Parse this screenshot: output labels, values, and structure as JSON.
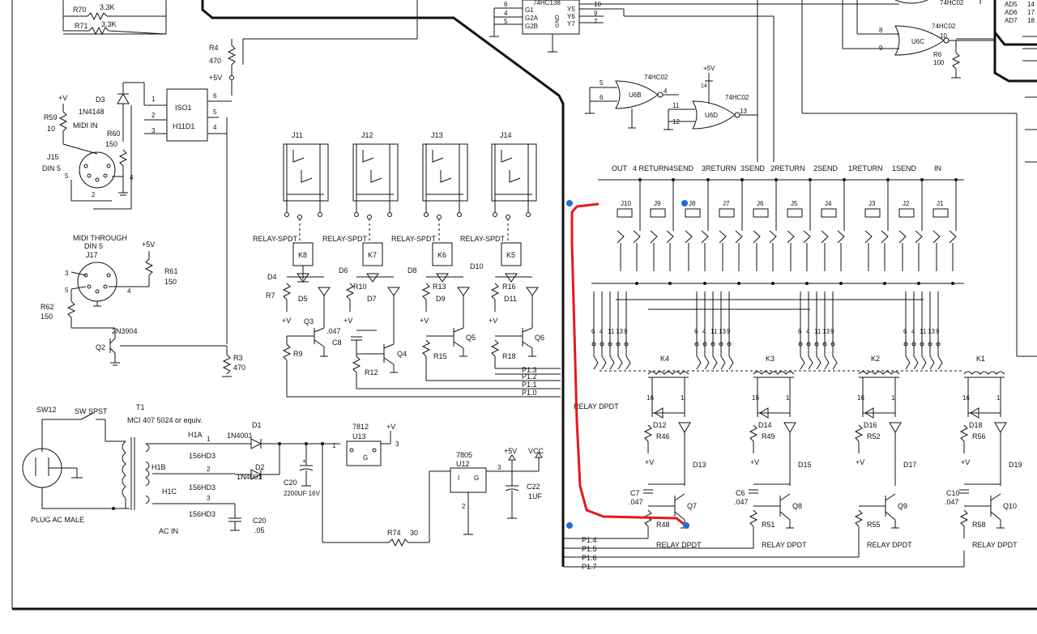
{
  "labels": {
    "r70": "R70",
    "r70v": "3.3K",
    "r71": "R71",
    "r71v": "3.3K",
    "r4": "R4",
    "r4v": "470",
    "plus5a": "+5V",
    "iso1": "ISO1",
    "h11d1": "H11D1",
    "d3": "D3",
    "n4148": "1N4148",
    "r59": "R59",
    "r59v": "10",
    "plusv1": "+V",
    "midiin": "MIDI IN",
    "r60": "R60",
    "r60v": "150",
    "j15": "J15",
    "din5a": "DIN 5",
    "midithru": "MIDI THROUGH",
    "din5b": "DIN 5",
    "j17": "J17",
    "plus5b": "+5V",
    "r61": "R61",
    "r61v": "150",
    "r62": "R62",
    "r62v": "150",
    "q2t": "2N3904",
    "q2": "Q2",
    "r3": "R3",
    "r3v": "470",
    "hc138": "74HC138",
    "g1": "G1",
    "g2a": "G2A",
    "g2b": "G2B",
    "gnd": "GND",
    "y5": "Y5",
    "y6": "Y6",
    "y7": "Y7",
    "hc02a": "74HC02",
    "u6b": "U6B",
    "hc02b": "74HC02",
    "u6d": "U6D",
    "hc02c": "74HC02",
    "u6c": "U6C",
    "r6": "R6",
    "r6v": "100",
    "plus5c": "+5V",
    "ad5": "AD5",
    "ad6": "AD6",
    "ad7": "AD7",
    "j11": "J11",
    "j12": "J12",
    "j13": "J13",
    "j14": "J14",
    "spdt": "RELAY-SPDT",
    "k8": "K8",
    "k7": "K7",
    "k6": "K6",
    "k5": "K5",
    "d4": "D4",
    "d6": "D6",
    "d8": "D8",
    "d10": "D10",
    "d5": "D5",
    "d7": "D7",
    "d9": "D9",
    "d11": "D11",
    "r7": "R7",
    "r10": "R10",
    "r13": "R13",
    "r16": "R16",
    "r9": "R9",
    "r12": "R12",
    "r15": "R15",
    "r18": "R18",
    "q3": "Q3",
    "q4": "Q4",
    "q5": "Q5",
    "q6": "Q6",
    "c8": "C8",
    "c8v": ".047",
    "p13": "P1.3",
    "p12": "P1.2",
    "p11": "P1.1",
    "p10": "P1.0",
    "p14": "P1.4",
    "p15": "P1.5",
    "p16": "P1.6",
    "p17": "P1.7",
    "jacks": [
      "OUT",
      "4 RETURN",
      "4SEND",
      "3RETURN",
      "3SEND",
      "2RETURN",
      "2SEND",
      "1RETURN",
      "1SEND",
      "IN"
    ],
    "jnames": [
      "J10",
      "J9",
      "J8",
      "J7",
      "J6",
      "J5",
      "J4",
      "J3",
      "J2",
      "J1"
    ],
    "pins": [
      "6",
      "4",
      "11",
      "13",
      "9"
    ],
    "k4": "K4",
    "k3": "K3",
    "k2": "K2",
    "k1": "K1",
    "sixteen": "16",
    "one": "1",
    "d12": "D12",
    "d14": "D14",
    "d16": "D16",
    "d18": "D18",
    "d13": "D13",
    "d15": "D15",
    "d17": "D17",
    "d19": "D19",
    "r46": "R46",
    "r49": "R49",
    "r52": "R52",
    "r56": "R56",
    "r48": "R48",
    "r51": "R51",
    "r55": "R55",
    "r58": "R58",
    "q7": "Q7",
    "q8": "Q8",
    "q9": "Q9",
    "q10": "Q10",
    "c7": "C7",
    "c7v": ".047",
    "c6": "C6",
    "c6v": ".047",
    "c10": "C10",
    "c10v": ".047",
    "dpdt": "RELAY DPDT",
    "sw12": "SW12",
    "swspst": "SW SPST",
    "t1": "T1",
    "mci": "MCI 407 5024 or equiv.",
    "h1a": "H1A",
    "h1b": "H1B",
    "h1c": "H1C",
    "hd1": "156HD3",
    "hd2": "156HD3",
    "hd3": "156HD3",
    "n1": "1",
    "n2": "2",
    "n3": "3",
    "d1": "D1",
    "d2": "D2",
    "n4001a": "1N4001",
    "n4001b": "1N4001",
    "c20a": "C20",
    "c20av": "2200UF 16V",
    "c20b": "C20",
    "c20bv": ".05",
    "pl1": "PLUG AC MALE",
    "acin": "AC IN",
    "r7812": "7812",
    "u13": "U13",
    "plusv2": "+V",
    "r7805": "7805",
    "u12": "U12",
    "i": "I",
    "g": "G",
    "vcc": "VCC",
    "plus5d": "+5V",
    "c22": "C22",
    "c22v": "1UF",
    "r74": "R74",
    "r74v": "30"
  },
  "colors": {
    "ink": "#111111",
    "highlight": "#e8171b",
    "marker": "#1f6fd1"
  }
}
